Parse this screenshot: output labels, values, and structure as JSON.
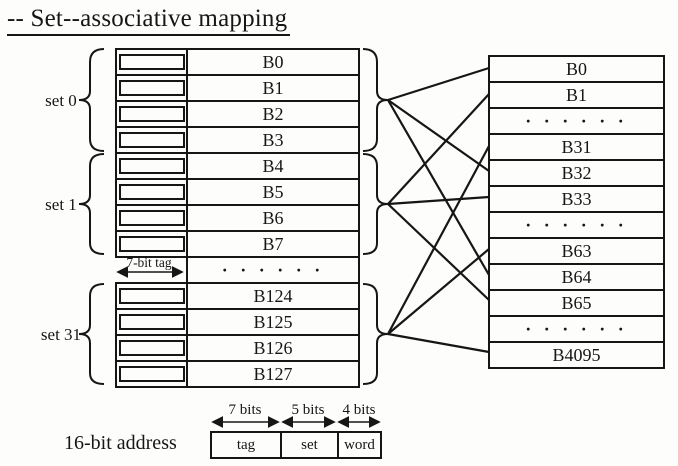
{
  "title": "-- Set--associative mapping",
  "cache": {
    "sets": [
      {
        "label": "set 0"
      },
      {
        "label": "set 1"
      },
      {
        "label": "set 31"
      }
    ],
    "tag_width_label": "7-bit tag",
    "rows": [
      "B0",
      "B1",
      "B2",
      "B3",
      "B4",
      "B5",
      "B6",
      "B7",
      "· · · · · ·",
      "B124",
      "B125",
      "B126",
      "B127"
    ]
  },
  "memory": {
    "rows": [
      "B0",
      "B1",
      "· · · · · ·",
      "B31",
      "B32",
      "B33",
      "· · · · · ·",
      "B63",
      "B64",
      "B65",
      "· · · · · ·",
      "B4095"
    ]
  },
  "address": {
    "label": "16-bit address",
    "fields": [
      {
        "name": "tag",
        "bits_label": "7 bits"
      },
      {
        "name": "set",
        "bits_label": "5 bits"
      },
      {
        "name": "word",
        "bits_label": "4 bits"
      }
    ]
  },
  "colors": {
    "ink": "#161616",
    "background": "#fdfdfb"
  }
}
